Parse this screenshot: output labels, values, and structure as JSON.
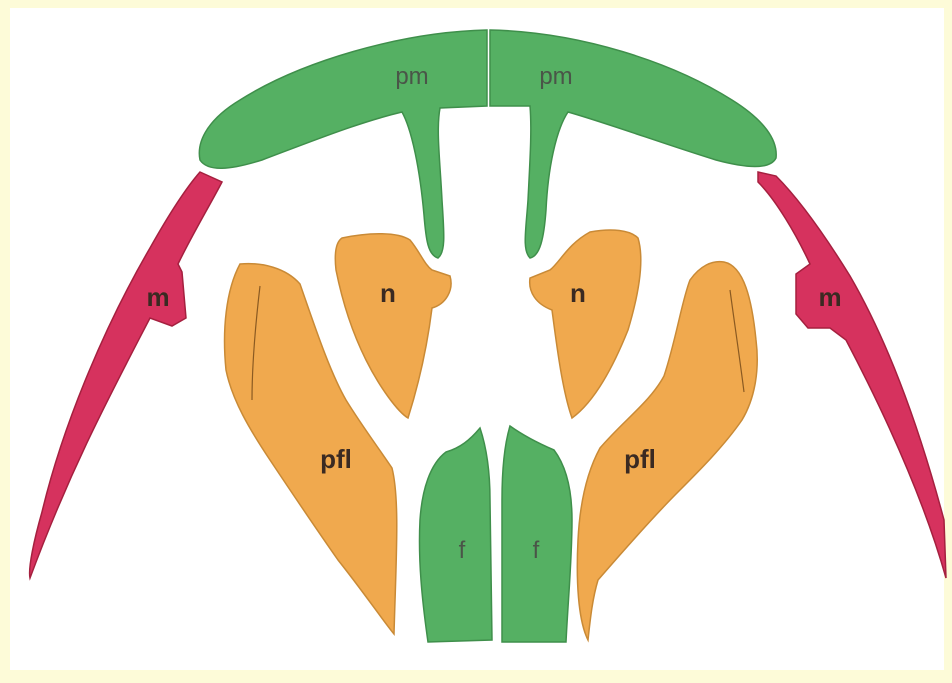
{
  "colors": {
    "frame": "#fdfbd8",
    "background": "#ffffff",
    "premaxilla": "#55b063",
    "frontal": "#55b063",
    "maxilla": "#d6325e",
    "nasal": "#f0a94e",
    "prefrontal": "#f0a94e",
    "outline_orange": "#c98a36",
    "outline_green": "#3f8f4b",
    "outline_red": "#a5203f"
  },
  "labels": {
    "premaxilla_left": "pm",
    "premaxilla_right": "pm",
    "maxilla_left": "m",
    "maxilla_right": "m",
    "nasal_left": "n",
    "nasal_right": "n",
    "prefrontal_left": "pfl",
    "prefrontal_right": "pfl",
    "frontal_left": "f",
    "frontal_right": "f"
  }
}
